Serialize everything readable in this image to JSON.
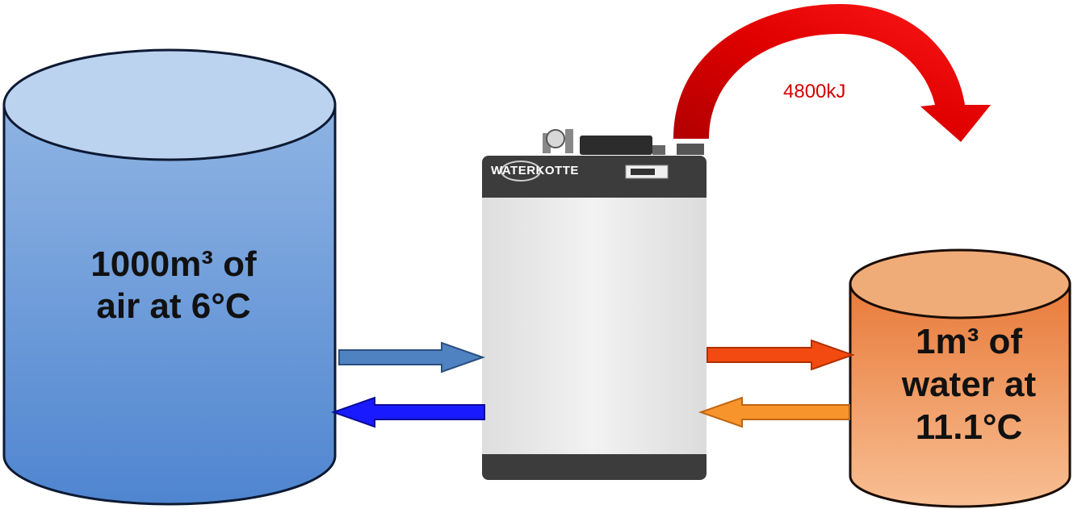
{
  "air_tank": {
    "line1": "1000m³ of",
    "line2": "air at 6°C",
    "color": "#5b8fd6"
  },
  "water_tank": {
    "line1": "1m³ of",
    "line2": "water at",
    "line3": "11.1°C",
    "color": "#f2975a"
  },
  "heat_pump": {
    "brand": "WATERKOTTE"
  },
  "energy_transfer": {
    "label": "4800kJ",
    "color": "#e00000"
  },
  "arrows": {
    "air_in_color": "#4f82c0",
    "air_out_color": "#1a1aff",
    "water_in_color": "#f24a10",
    "water_out_color": "#f7942c"
  }
}
